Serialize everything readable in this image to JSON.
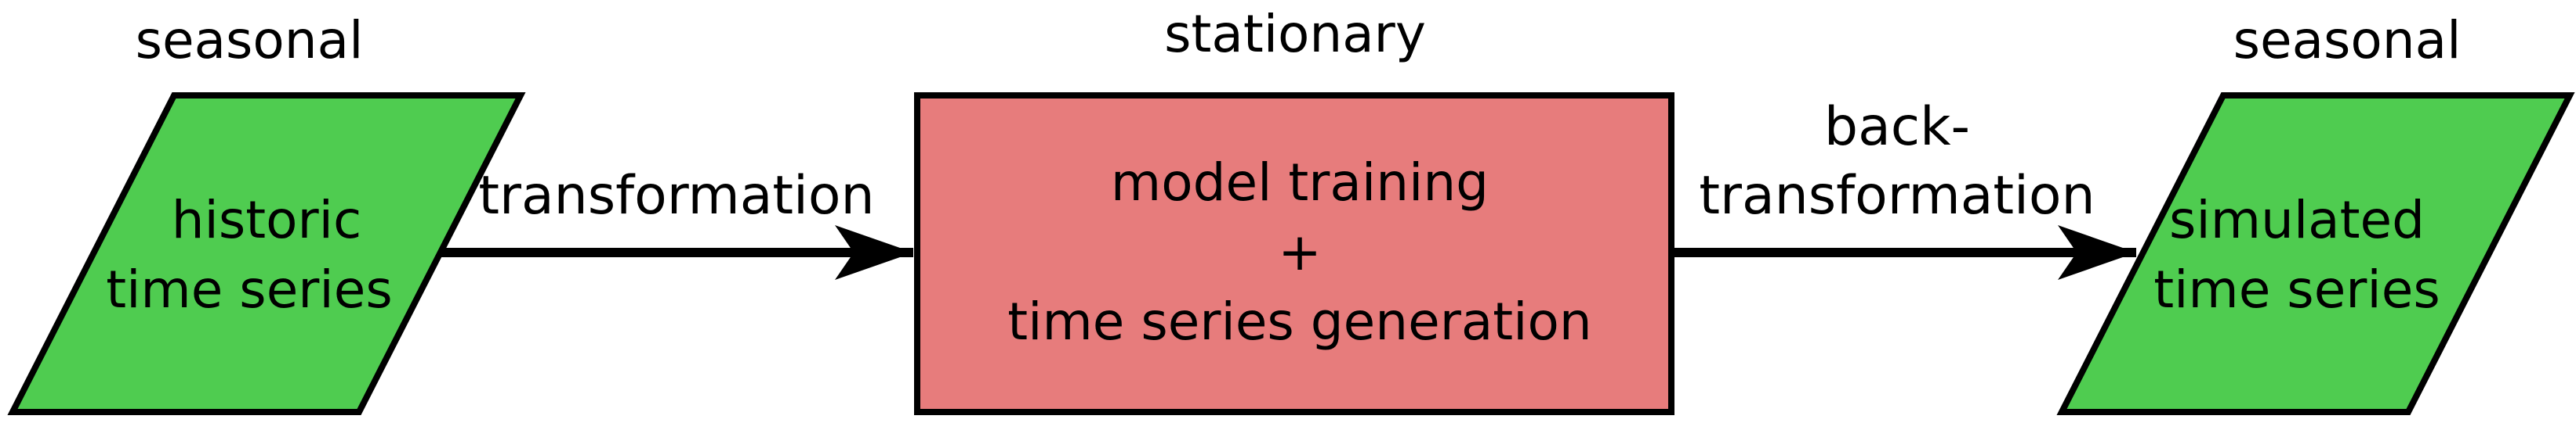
{
  "nodes": {
    "input": {
      "header": "seasonal",
      "lines": [
        "historic",
        "time series"
      ]
    },
    "process": {
      "header": "stationary",
      "lines": [
        "model training",
        "+",
        "time series generation"
      ]
    },
    "output": {
      "header": "seasonal",
      "lines": [
        "simulated",
        "time series"
      ]
    }
  },
  "edges": {
    "forward": {
      "lines": [
        "transformation"
      ]
    },
    "backward": {
      "lines": [
        "back-",
        "transformation"
      ]
    }
  },
  "colors": {
    "data_fill": "#4fcc50",
    "process_fill": "#e77c7c",
    "stroke": "#000000"
  }
}
